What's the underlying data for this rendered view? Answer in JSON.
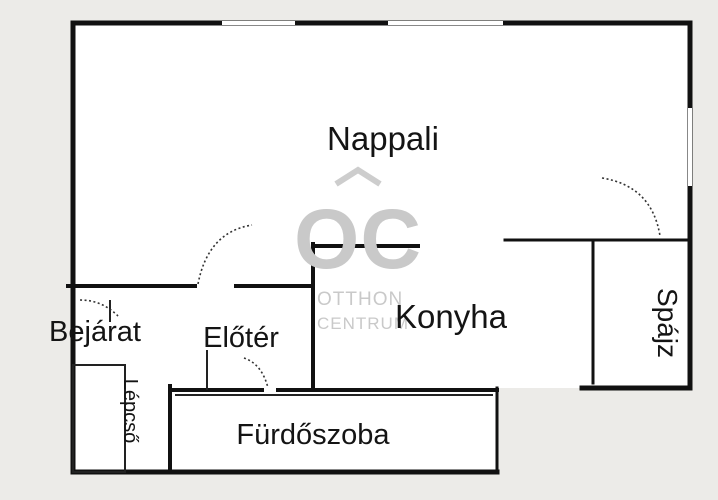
{
  "floor_plan": {
    "rooms": {
      "nappali": "Nappali",
      "konyha": "Konyha",
      "spajz": "Spájz",
      "bejarat": "Bejárat",
      "eloter": "Előtér",
      "lepcso": "Lépcső",
      "furdoszoba": "Fürdőszoba"
    }
  },
  "watermark": {
    "logo_letters": "OC",
    "line1": "OTTHON",
    "line2": "CENTRUM"
  }
}
